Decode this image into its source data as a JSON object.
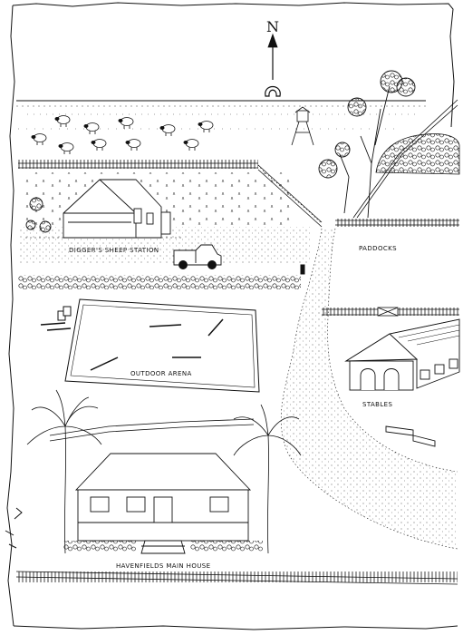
{
  "compass": {
    "north_label": "N",
    "icon": "north-arrow-icon"
  },
  "labels": {
    "sheep_station": "DIGGER'S SHEEP STATION",
    "paddocks": "PADDOCKS",
    "outdoor_arena": "OUTDOOR ARENA",
    "stables": "STABLES",
    "main_house": "HAVENFIELDS MAIN HOUSE"
  },
  "icons": [
    "horseshoe-icon",
    "water-tower-icon",
    "sheep-icon",
    "tree-icon",
    "palm-tree-icon",
    "truck-icon",
    "barn-icon",
    "house-icon",
    "fence-icon"
  ],
  "colors": {
    "ink": "#111111",
    "paper": "#ffffff"
  }
}
